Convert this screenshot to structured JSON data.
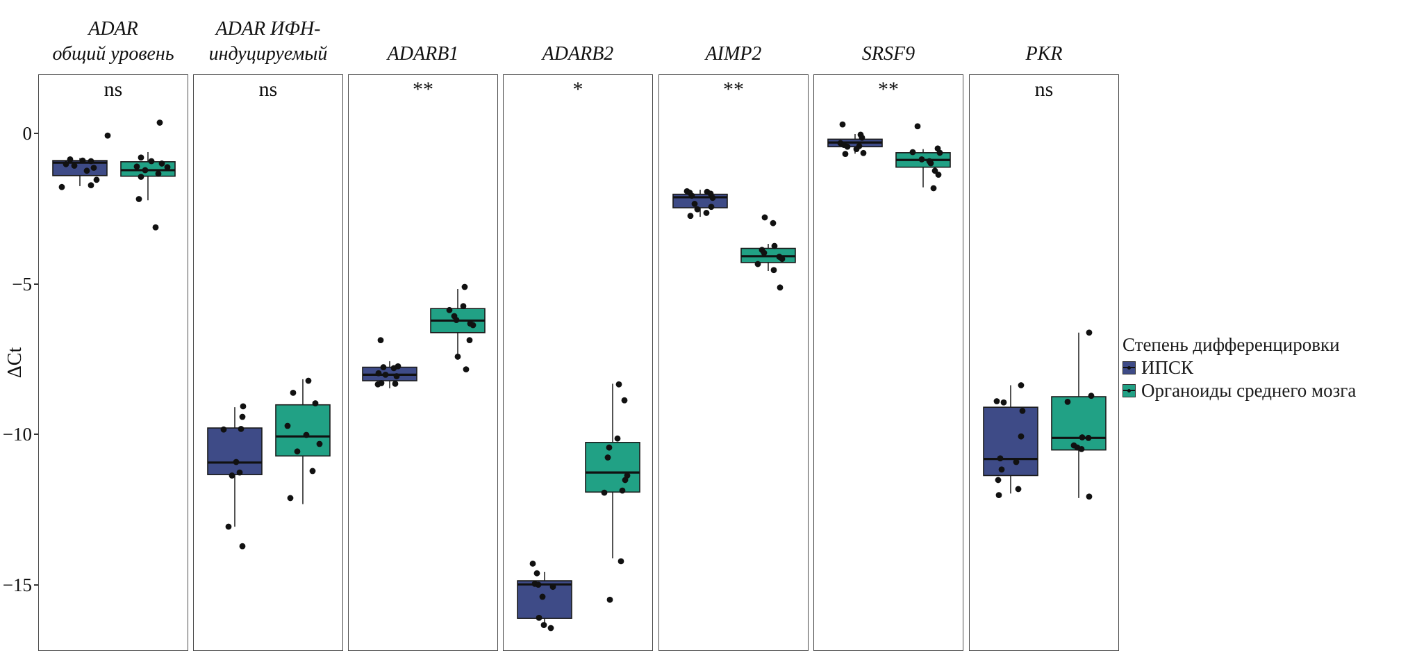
{
  "figure": {
    "type": "faceted boxplot, qPCR ΔCt by gene"
  },
  "y_axis": {
    "label": "ΔCt",
    "ticks": [
      {
        "value": 0,
        "label": "0"
      },
      {
        "value": -5,
        "label": "−5"
      },
      {
        "value": -10,
        "label": "−10"
      },
      {
        "value": -15,
        "label": "−15"
      }
    ]
  },
  "legend": {
    "title": "Степень дифференцировки",
    "items": [
      {
        "label": "ИПСК",
        "color": "#3E4B87"
      },
      {
        "label": "Органоиды среднего мозга",
        "color": "#21A185"
      }
    ]
  },
  "colors": {
    "box_ipsc": "#3E4B87",
    "box_organoid": "#21A185",
    "point": "#111111",
    "panel_border": "#4a4a4a",
    "text": "#1a1a1a"
  },
  "chart_data": {
    "type": "boxplot",
    "ylabel": "ΔCt",
    "ylim": [
      -17.2,
      2.0
    ],
    "grid": false,
    "legend_position": "right",
    "groups": [
      "ИПСК",
      "Органоиды среднего мозга"
    ],
    "panels": [
      {
        "id": "adar-total",
        "title_lines": [
          "ADAR",
          "общий уровень"
        ],
        "significance": "ns",
        "boxes": [
          {
            "group": "ИПСК",
            "whisker_low": -1.73,
            "q1": -1.38,
            "median": -0.95,
            "q3": -0.88,
            "whisker_high": -0.8,
            "points": [
              [
                40,
                -0.05
              ],
              [
                -14,
                -0.84
              ],
              [
                4,
                -0.88
              ],
              [
                16,
                -0.9
              ],
              [
                -20,
                -1.0
              ],
              [
                -8,
                -1.05
              ],
              [
                20,
                -1.12
              ],
              [
                10,
                -1.22
              ],
              [
                24,
                -1.52
              ],
              [
                16,
                -1.7
              ],
              [
                -26,
                -1.76
              ]
            ]
          },
          {
            "group": "Органоиды среднего мозга",
            "whisker_low": -2.2,
            "q1": -1.4,
            "median": -1.2,
            "q3": -0.92,
            "whisker_high": -0.6,
            "points": [
              [
                17,
                0.38
              ],
              [
                -10,
                -0.78
              ],
              [
                5,
                -0.9
              ],
              [
                20,
                -0.98
              ],
              [
                -16,
                -1.08
              ],
              [
                28,
                -1.1
              ],
              [
                -4,
                -1.2
              ],
              [
                15,
                -1.32
              ],
              [
                -10,
                -1.42
              ],
              [
                -13,
                -2.16
              ],
              [
                11,
                -3.1
              ]
            ]
          }
        ]
      },
      {
        "id": "adar-ifn",
        "title_lines": [
          "ADAR ИФН-",
          "индуцируемый"
        ],
        "significance": "ns",
        "boxes": [
          {
            "group": "ИПСК",
            "whisker_low": -13.05,
            "q1": -11.32,
            "median": -10.92,
            "q3": -9.77,
            "whisker_high": -9.08,
            "points": [
              [
                12,
                -9.05
              ],
              [
                11,
                -9.4
              ],
              [
                -16,
                -9.82
              ],
              [
                9,
                -9.8
              ],
              [
                2,
                -10.9
              ],
              [
                7,
                -11.25
              ],
              [
                -4,
                -11.35
              ],
              [
                -9,
                -13.05
              ],
              [
                11,
                -13.7
              ]
            ]
          },
          {
            "group": "Органоиды среднего мозга",
            "whisker_low": -12.3,
            "q1": -10.7,
            "median": -10.05,
            "q3": -9.0,
            "whisker_high": -8.15,
            "points": [
              [
                8,
                -8.2
              ],
              [
                -14,
                -8.6
              ],
              [
                18,
                -8.95
              ],
              [
                -22,
                -9.7
              ],
              [
                5,
                -10.0
              ],
              [
                24,
                -10.3
              ],
              [
                -8,
                -10.55
              ],
              [
                14,
                -11.2
              ],
              [
                -18,
                -12.1
              ]
            ]
          }
        ]
      },
      {
        "id": "adarb1",
        "title_lines": [
          "ADARB1"
        ],
        "significance": "**",
        "boxes": [
          {
            "group": "ИПСК",
            "whisker_low": -8.45,
            "q1": -8.2,
            "median": -8.0,
            "q3": -7.75,
            "whisker_high": -7.55,
            "points": [
              [
                -13,
                -6.85
              ],
              [
                -9,
                -7.75
              ],
              [
                12,
                -7.72
              ],
              [
                6,
                -7.78
              ],
              [
                -16,
                -7.95
              ],
              [
                -6,
                -8.0
              ],
              [
                10,
                -8.05
              ],
              [
                -12,
                -8.28
              ],
              [
                -17,
                -8.32
              ],
              [
                8,
                -8.3
              ]
            ]
          },
          {
            "group": "Органоиды среднего мозга",
            "whisker_low": -7.3,
            "q1": -6.6,
            "median": -6.2,
            "q3": -5.8,
            "whisker_high": -5.15,
            "points": [
              [
                10,
                -5.08
              ],
              [
                8,
                -5.72
              ],
              [
                -12,
                -5.85
              ],
              [
                -5,
                -6.05
              ],
              [
                -2,
                -6.18
              ],
              [
                18,
                -6.3
              ],
              [
                22,
                -6.35
              ],
              [
                17,
                -6.85
              ],
              [
                0,
                -7.4
              ],
              [
                12,
                -7.82
              ]
            ]
          }
        ]
      },
      {
        "id": "adarb2",
        "title_lines": [
          "ADARB2"
        ],
        "significance": "*",
        "boxes": [
          {
            "group": "ИПСК",
            "whisker_low": -16.35,
            "q1": -16.1,
            "median": -14.97,
            "q3": -14.85,
            "whisker_high": -14.55,
            "points": [
              [
                -17,
                -14.28
              ],
              [
                -11,
                -14.6
              ],
              [
                -14,
                -14.95
              ],
              [
                -9,
                -14.98
              ],
              [
                12,
                -15.05
              ],
              [
                -3,
                -15.38
              ],
              [
                -8,
                -16.08
              ],
              [
                -1,
                -16.32
              ],
              [
                9,
                -16.42
              ]
            ]
          },
          {
            "group": "Органоиды среднего мозга",
            "whisker_low": -14.1,
            "q1": -11.9,
            "median": -11.25,
            "q3": -10.25,
            "whisker_high": -8.3,
            "points": [
              [
                9,
                -8.32
              ],
              [
                17,
                -8.85
              ],
              [
                7,
                -10.12
              ],
              [
                -5,
                -10.42
              ],
              [
                -7,
                -10.75
              ],
              [
                21,
                -11.35
              ],
              [
                18,
                -11.5
              ],
              [
                14,
                -11.85
              ],
              [
                -12,
                -11.92
              ],
              [
                12,
                -14.2
              ],
              [
                -4,
                -15.48
              ]
            ]
          }
        ]
      },
      {
        "id": "aimp2",
        "title_lines": [
          "AIMP2"
        ],
        "significance": "**",
        "boxes": [
          {
            "group": "ИПСК",
            "whisker_low": -2.75,
            "q1": -2.45,
            "median": -2.1,
            "q3": -2.0,
            "whisker_high": -1.85,
            "points": [
              [
                -19,
                -1.9
              ],
              [
                -15,
                -1.95
              ],
              [
                10,
                -1.92
              ],
              [
                15,
                -1.98
              ],
              [
                -12,
                -2.05
              ],
              [
                18,
                -2.12
              ],
              [
                -8,
                -2.32
              ],
              [
                16,
                -2.42
              ],
              [
                -4,
                -2.5
              ],
              [
                9,
                -2.62
              ],
              [
                -14,
                -2.72
              ]
            ]
          },
          {
            "group": "Органоиды среднего мозга",
            "whisker_low": -4.55,
            "q1": -4.27,
            "median": -4.06,
            "q3": -3.8,
            "whisker_high": -3.65,
            "points": [
              [
                -5,
                -2.77
              ],
              [
                7,
                -2.96
              ],
              [
                9,
                -3.72
              ],
              [
                -9,
                -3.85
              ],
              [
                -6,
                -3.95
              ],
              [
                16,
                -4.08
              ],
              [
                20,
                -4.15
              ],
              [
                -15,
                -4.32
              ],
              [
                8,
                -4.52
              ],
              [
                17,
                -5.1
              ]
            ]
          }
        ]
      },
      {
        "id": "srsf9",
        "title_lines": [
          "SRSF9"
        ],
        "significance": "**",
        "boxes": [
          {
            "group": "ИПСК",
            "whisker_low": -0.65,
            "q1": -0.42,
            "median": -0.28,
            "q3": -0.17,
            "whisker_high": 0.0,
            "points": [
              [
                -18,
                0.32
              ],
              [
                8,
                -0.02
              ],
              [
                10,
                -0.12
              ],
              [
                -21,
                -0.3
              ],
              [
                -16,
                -0.36
              ],
              [
                -11,
                -0.42
              ],
              [
                6,
                -0.4
              ],
              [
                2,
                -0.5
              ],
              [
                12,
                -0.63
              ],
              [
                -14,
                -0.66
              ]
            ]
          },
          {
            "group": "Органоиды среднего мозга",
            "whisker_low": -1.77,
            "q1": -1.1,
            "median": -0.86,
            "q3": -0.62,
            "whisker_high": -0.5,
            "points": [
              [
                -8,
                0.26
              ],
              [
                21,
                -0.48
              ],
              [
                -15,
                -0.6
              ],
              [
                24,
                -0.62
              ],
              [
                -2,
                -0.84
              ],
              [
                9,
                -0.9
              ],
              [
                11,
                -0.97
              ],
              [
                17,
                -1.22
              ],
              [
                22,
                -1.35
              ],
              [
                15,
                -1.8
              ]
            ]
          }
        ]
      },
      {
        "id": "pkr",
        "title_lines": [
          "PKR"
        ],
        "significance": "ns",
        "boxes": [
          {
            "group": "ИПСК",
            "whisker_low": -11.95,
            "q1": -11.35,
            "median": -10.8,
            "q3": -9.08,
            "whisker_high": -8.35,
            "points": [
              [
                15,
                -8.35
              ],
              [
                -20,
                -8.88
              ],
              [
                -10,
                -8.92
              ],
              [
                17,
                -9.2
              ],
              [
                15,
                -10.05
              ],
              [
                -15,
                -10.78
              ],
              [
                8,
                -10.9
              ],
              [
                -13,
                -11.15
              ],
              [
                -18,
                -11.5
              ],
              [
                11,
                -11.8
              ],
              [
                -17,
                -12.0
              ]
            ]
          },
          {
            "group": "Органоиды среднего мозга",
            "whisker_low": -12.1,
            "q1": -10.5,
            "median": -10.1,
            "q3": -8.73,
            "whisker_high": -6.6,
            "points": [
              [
                15,
                -6.6
              ],
              [
                18,
                -8.7
              ],
              [
                -16,
                -8.9
              ],
              [
                5,
                -10.08
              ],
              [
                14,
                -10.1
              ],
              [
                -7,
                -10.35
              ],
              [
                -2,
                -10.42
              ],
              [
                4,
                -10.47
              ],
              [
                15,
                -12.05
              ]
            ]
          }
        ]
      }
    ]
  }
}
